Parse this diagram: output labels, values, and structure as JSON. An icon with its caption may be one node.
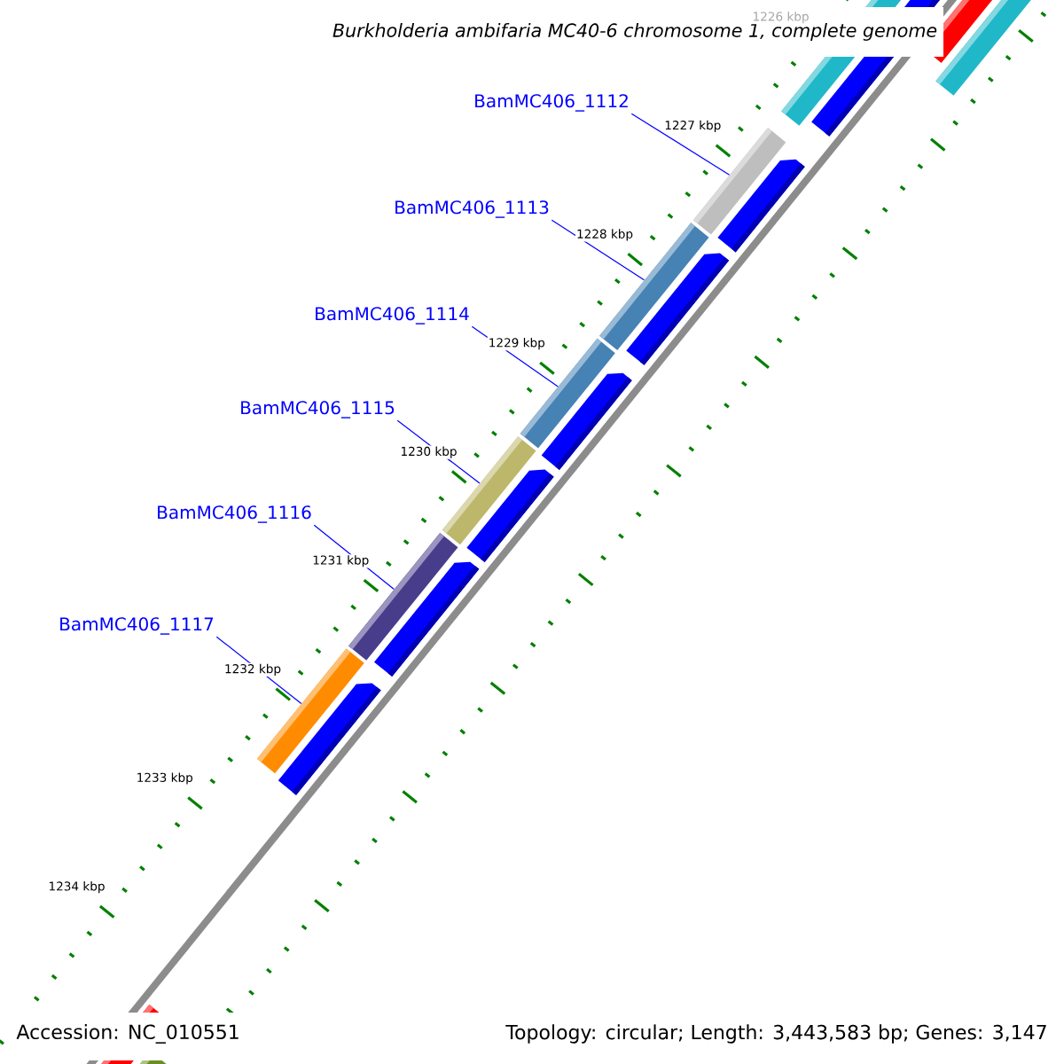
{
  "diagram": {
    "title": "Burkholderia ambifaria MC40-6 chromosome 1, complete genome",
    "nodes": [
      {
        "text": [
          "BamMC406_1112"
        ]
      },
      {
        "text": [
          "BamMC406_1113"
        ]
      },
      {
        "text": [
          "BamMC406_1114"
        ]
      },
      {
        "text": [
          "BamMC406_1115"
        ]
      },
      {
        "text": [
          "BamMC406_1116"
        ]
      },
      {
        "text": [
          "BamMC406_1117"
        ]
      },
      {
        "text": [],
        "shape": "bar"
      },
      {
        "text": [],
        "shape": "bar"
      },
      {
        "text": [],
        "shape": "bar"
      },
      {
        "text": [],
        "shape": "bar"
      },
      {
        "text": [],
        "shape": "bar"
      },
      {
        "text": [],
        "shape": "bar"
      }
    ],
    "edges": [
      {
        "from": 0,
        "to": 6,
        "arrow": "none"
      },
      {
        "from": 1,
        "to": 7,
        "arrow": "none"
      },
      {
        "from": 2,
        "to": 8,
        "arrow": "none"
      },
      {
        "from": 3,
        "to": 9,
        "arrow": "none"
      },
      {
        "from": 4,
        "to": 10,
        "arrow": "none"
      },
      {
        "from": 5,
        "to": 11,
        "arrow": "none"
      }
    ],
    "labels": [
      "1226 kbp",
      "1227 kbp",
      "1228 kbp",
      "1229 kbp",
      "1230 kbp",
      "1231 kbp",
      "1232 kbp",
      "1233 kbp",
      "1234 kbp",
      "Accession: NC_010551",
      "Topology: circular; Length: 3,443,583 bp; Genes: 3,147"
    ]
  }
}
